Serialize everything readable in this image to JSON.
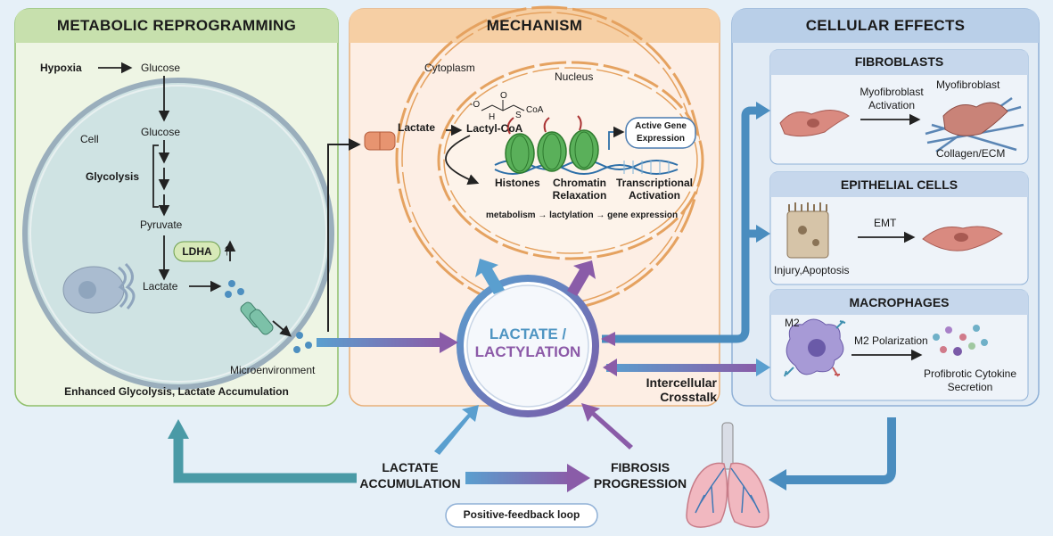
{
  "panels": {
    "metabolic": {
      "title": "METABOLIC REPROGRAMMING",
      "hypoxia": "Hypoxia",
      "glucose_top": "Glucose",
      "cell": "Cell",
      "glucose_inner": "Glucose",
      "glycolysis": "Glycolysis",
      "pyruvate": "Pyruvate",
      "ldha": "LDHA",
      "lactate": "Lactate",
      "microenvironment": "Microenvironment",
      "footer": "Enhanced Glycolysis, Lactate Accumulation"
    },
    "mechanism": {
      "title": "MECHANISM",
      "cytoplasm": "Cytoplasm",
      "nucleus": "Nucleus",
      "lactate": "Lactate",
      "lactyl_coa": "Lactyl-CoA",
      "active_gene_1": "Active Gene",
      "active_gene_2": "Expression",
      "histones": "Histones",
      "chromatin_1": "Chromatin",
      "chromatin_2": "Relaxation",
      "transcriptional_1": "Transcriptional",
      "transcriptional_2": "Activation",
      "pathway": "metabolism → lactylation → gene expression",
      "chem_o": "-O",
      "chem_scoa": "S",
      "chem_coa": "CoA",
      "chem_oo": "O",
      "chem_h": "H"
    },
    "effects": {
      "title": "CELLULAR EFFECTS",
      "fibroblasts": {
        "title": "FIBROBLASTS",
        "act_1": "Myofibroblast",
        "act_2": "Activation",
        "myofibroblast": "Myofibroblast",
        "collagen": "Collagen/ECM"
      },
      "epithelial": {
        "title": "EPITHELIAL CELLS",
        "emt": "EMT",
        "injury": "Injury,Apoptosis"
      },
      "macrophages": {
        "title": "MACROPHAGES",
        "m2": "M2",
        "polarization": "M2 Polarization",
        "cytokine_1": "Profibrotic Cytokine",
        "cytokine_2": "Secretion"
      }
    }
  },
  "center": {
    "line1": "LACTATE /",
    "line2": "LACTYLATION",
    "crosstalk_1": "Intercellular",
    "crosstalk_2": "Crosstalk"
  },
  "loop": {
    "lactate_1": "LACTATE",
    "lactate_2": "ACCUMULATION",
    "fibrosis_1": "FIBROSIS",
    "fibrosis_2": "PROGRESSION",
    "positive_feedback": "Positive-feedback loop"
  },
  "colors": {
    "green_panel": "#eef5e4",
    "green_header": "#c7e0ad",
    "orange_panel": "#fdeee4",
    "orange_header": "#f6cfa4",
    "blue_panel": "#e1ebf5",
    "blue_header": "#b9cfe8",
    "accent_blue": "#4a8dbf",
    "accent_purple": "#8a5ca8",
    "lactate_text": "#4f95c2",
    "lactylation_text": "#8c5aa8"
  }
}
